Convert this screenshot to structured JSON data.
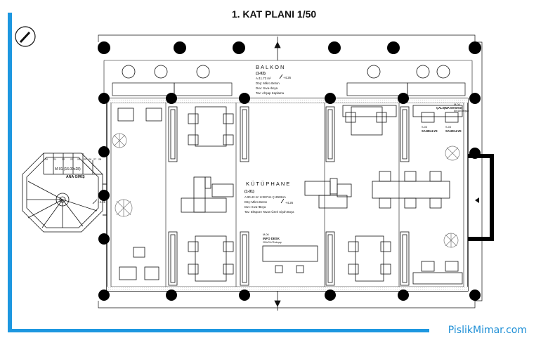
{
  "title": "1. KAT PLANI 1/50",
  "watermark": "PislikMimar.com",
  "colors": {
    "frame": "#1d97e0",
    "ink": "#111111",
    "watermark": "#1e8fd6"
  },
  "rooms": {
    "balkon": {
      "name": "BALKON",
      "code": "(1-02)",
      "area": "A:41.73 m²",
      "floor": "Döş: Mikro Beton",
      "wall": "Duv: Sıva+boya",
      "ceiling": "Tav: Ahşap Kaplama",
      "level": "+4.26"
    },
    "kutuphane": {
      "name": "KÜTÜPHANE",
      "code": "(1-01)",
      "area": "A:90.43 m² H:287cm Ç:4063cm",
      "floor": "Döş: Mikro Beton",
      "wall": "Duv: Sıva+Boya",
      "ceiling": "Tav: Ekspoze Tavan Üzeri Siyah Boya",
      "level": "+4.26"
    },
    "stair": {
      "label": "M-01 (16.00x28)",
      "entry": "ANA GİRİŞ",
      "level": "+4.26"
    }
  },
  "furniture_labels": {
    "desk_code": "M-04",
    "desk_name": "ÇALIŞMA MASASI",
    "desk_size": "80x160 ahşap",
    "chair1_code": "S-03",
    "chair1_name": "SANDALYE",
    "chair2_code": "S-03",
    "chair2_name": "SANDALYE",
    "info_code": "M-06",
    "info_name": "INFO DESK",
    "info_size": "200x70x75 ahşap"
  },
  "stair_numbers": [
    "20",
    "21",
    "22",
    "23",
    "24",
    "25",
    "26",
    "27",
    "28"
  ]
}
